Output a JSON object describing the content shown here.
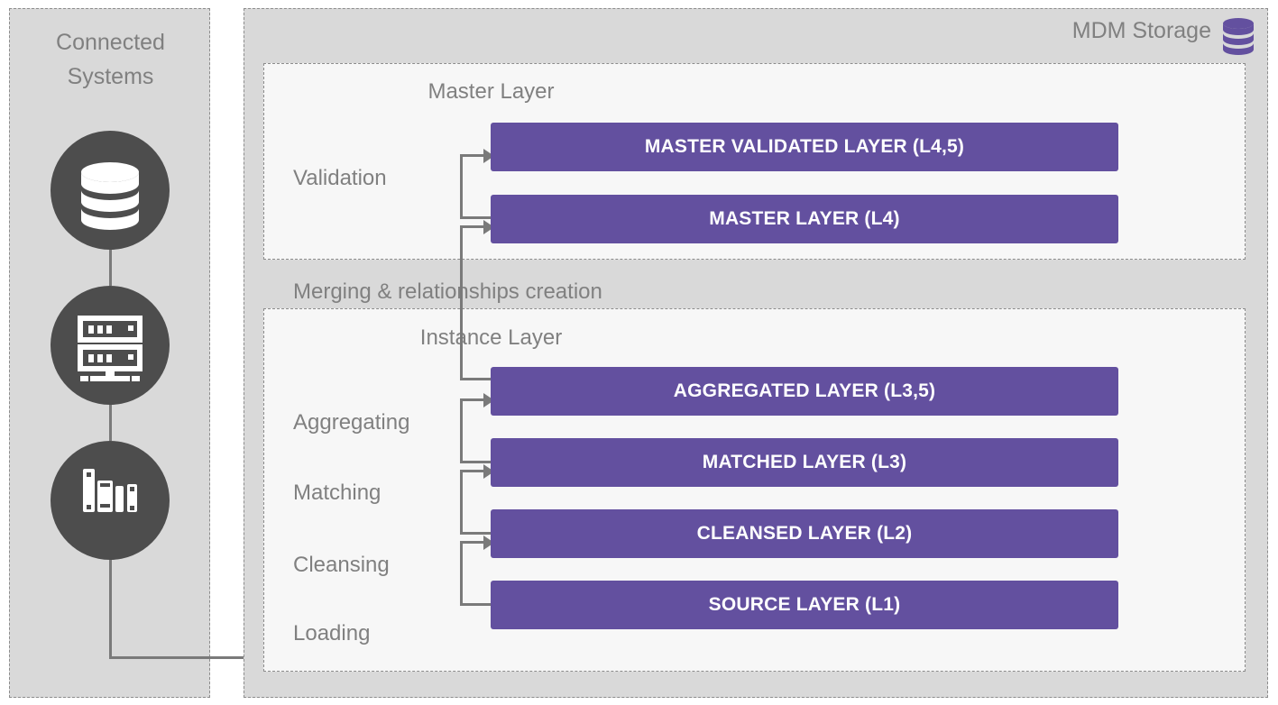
{
  "connected_systems": {
    "title": "Connected\nSystems",
    "nodes": [
      {
        "icon": "database-icon",
        "name": "database"
      },
      {
        "icon": "server-rack-icon",
        "name": "server"
      },
      {
        "icon": "archive-books-icon",
        "name": "archive"
      }
    ]
  },
  "mdm": {
    "title": "MDM Storage",
    "icon": "database-icon",
    "icon_color": "#63509f"
  },
  "groups": {
    "master": {
      "title": "Master Layer"
    },
    "instance": {
      "title": "Instance Layer"
    },
    "band": {
      "title": "Merging & relationships creation"
    }
  },
  "bars": [
    {
      "id": "master-validated",
      "label": "MASTER VALIDATED LAYER (L4,5)"
    },
    {
      "id": "master",
      "label": "MASTER LAYER (L4)"
    },
    {
      "id": "aggregated",
      "label": "AGGREGATED LAYER (L3,5)"
    },
    {
      "id": "matched",
      "label": "MATCHED LAYER (L3)"
    },
    {
      "id": "cleansed",
      "label": "CLEANSED LAYER (L2)"
    },
    {
      "id": "source",
      "label": "SOURCE LAYER (L1)"
    }
  ],
  "stages": [
    {
      "id": "validation",
      "label": "Validation"
    },
    {
      "id": "aggregating",
      "label": "Aggregating"
    },
    {
      "id": "matching",
      "label": "Matching"
    },
    {
      "id": "cleansing",
      "label": "Cleansing"
    },
    {
      "id": "loading",
      "label": "Loading"
    }
  ],
  "colors": {
    "bar": "#63509f",
    "panel": "#d9d9d9",
    "box": "#f7f7f7",
    "text_muted": "#808080",
    "connector": "#7a7a7a",
    "node": "#4d4d4d"
  }
}
